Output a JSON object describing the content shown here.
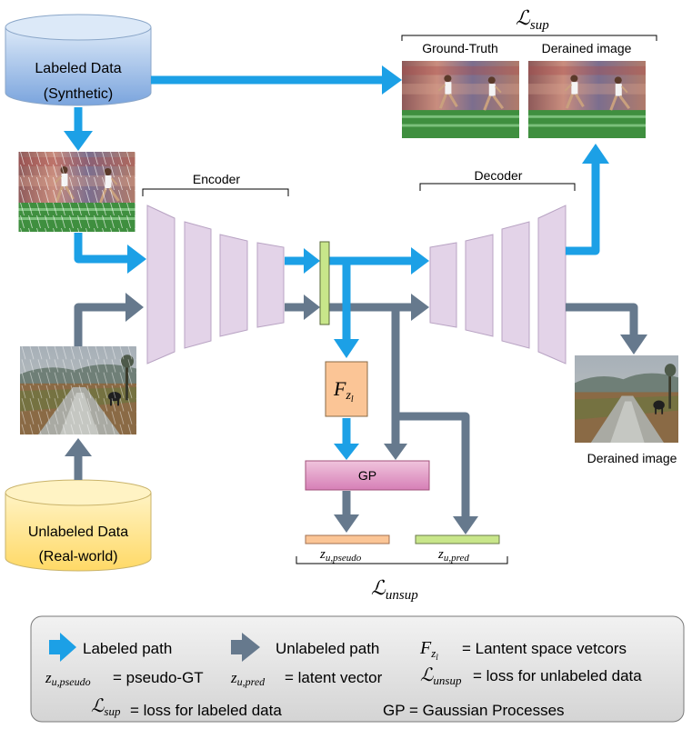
{
  "inputs": {
    "labeled_line1": "Labeled Data",
    "labeled_line2": "(Synthetic)",
    "unlabeled_line1": "Unlabeled Data",
    "unlabeled_line2": "(Real-world)"
  },
  "network": {
    "encoder_label": "Encoder",
    "decoder_label": "Decoder",
    "fz_base": "F",
    "fz_sub": "z",
    "fz_subsub": "l",
    "gp_label": "GP",
    "z_pseudo_base": "z",
    "z_pseudo_sub": "u,pseudo",
    "z_pred_base": "z",
    "z_pred_sub": "u,pred"
  },
  "outputs": {
    "ground_truth_label": "Ground-Truth",
    "derained_top_label": "Derained image",
    "derained_bottom_label": "Derained image",
    "l_sup_base": "ℒ",
    "l_sup_sub": "sup",
    "l_unsup_base": "ℒ",
    "l_unsup_sub": "unsup"
  },
  "legend": {
    "labeled_path": "Labeled path",
    "unlabeled_path": "Unlabeled path",
    "fz_def": "= Lantent space vetcors",
    "pseudo_def": "= pseudo-GT",
    "pred_def": "= latent vector",
    "lunsup_def": " = loss for unlabeled data",
    "lsup_def": " = loss for labeled data",
    "gp_def": "GP = Gaussian Processes"
  },
  "colors": {
    "labeled_arrow": "#1ca0e6",
    "unlabeled_arrow": "#66798d",
    "encoder_fill": "#e3d3e8",
    "latent_bar": "#c8e68a",
    "fz_box": "#fbc596",
    "gp_box": "#e294c4",
    "pseudo_bar": "#fbc596",
    "pred_bar": "#c8e68a",
    "labeled_db": "#7aa4dd",
    "unlabeled_db": "#ffd966"
  }
}
